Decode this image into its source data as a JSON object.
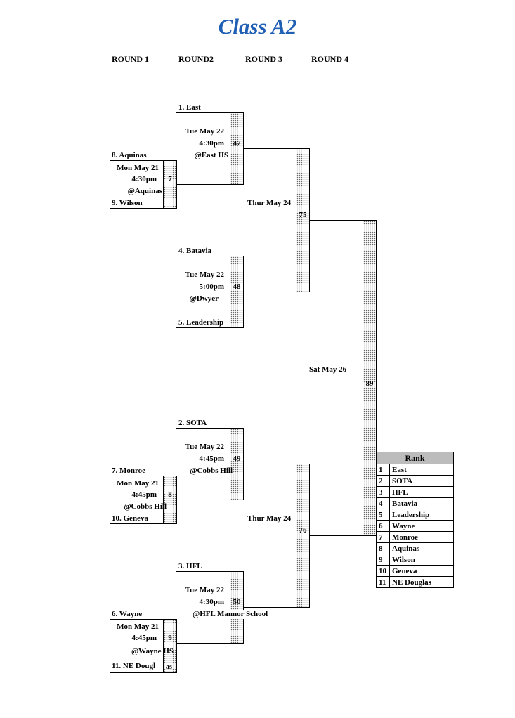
{
  "title": "Class A2",
  "rounds": [
    "ROUND 1",
    "ROUND2",
    "ROUND 3",
    "ROUND 4"
  ],
  "round1": [
    {
      "team_top": "8.  Aquinas",
      "date": "Mon May 21",
      "time": "4:30pm",
      "venue": "@Aquinas",
      "score": "7",
      "team_bottom": "9.  Wilson"
    },
    {
      "team_top": "7.  Monroe",
      "date": "Mon May 21",
      "time": "4:45pm",
      "venue": "@Cobbs Hill",
      "score": "8",
      "team_bottom": "10.  Geneva"
    },
    {
      "team_top": "6.  Wayne",
      "date": "Mon May 21",
      "time": "4:45pm",
      "venue": "@Wayne HS",
      "score": "9",
      "team_bottom": "11.  NE Dougl",
      "team_bottom_tail": "as"
    }
  ],
  "round2": [
    {
      "team_top": "1. East",
      "date": "Tue May 22",
      "time": "4:30pm",
      "venue": "@East HS",
      "score": "47"
    },
    {
      "team_top": "4. Batavia",
      "date": "Tue May 22",
      "time": "5:00pm",
      "venue": "@Dwyer",
      "score": "48",
      "team_bottom": "5. Leadership"
    },
    {
      "team_top": "2. SOTA",
      "date": "Tue May 22",
      "time": "4:45pm",
      "venue": "@Cobbs Hill",
      "score": "49"
    },
    {
      "team_top": "3. HFL",
      "date": "Tue May 22",
      "time": "4:30pm",
      "venue": "@HFL Mannor School",
      "score": "50"
    }
  ],
  "round3": [
    {
      "date": "Thur May 24",
      "score": "75"
    },
    {
      "date": "Thur May 24",
      "score": "76"
    }
  ],
  "round4": {
    "date": "Sat May 26",
    "score": "89"
  },
  "rank": {
    "header": "Rank",
    "rows": [
      {
        "n": "1",
        "team": "East"
      },
      {
        "n": "2",
        "team": "SOTA"
      },
      {
        "n": "3",
        "team": "HFL"
      },
      {
        "n": "4",
        "team": "Batavia"
      },
      {
        "n": "5",
        "team": "Leadership"
      },
      {
        "n": "6",
        "team": "Wayne"
      },
      {
        "n": "7",
        "team": "Monroe"
      },
      {
        "n": "8",
        "team": "Aquinas"
      },
      {
        "n": "9",
        "team": "Wilson"
      },
      {
        "n": "10",
        "team": "Geneva"
      },
      {
        "n": "11",
        "team": "NE Douglas"
      }
    ]
  }
}
